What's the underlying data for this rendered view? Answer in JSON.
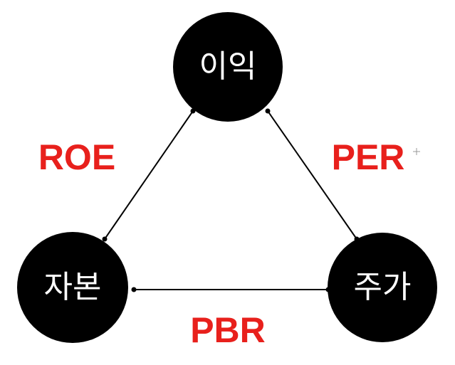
{
  "nodes": {
    "profit": {
      "label": "이익"
    },
    "capital": {
      "label": "자본"
    },
    "price": {
      "label": "주가"
    }
  },
  "edges": {
    "roe": {
      "label": "ROE"
    },
    "per": {
      "label": "PER"
    },
    "pbr": {
      "label": "PBR"
    }
  },
  "colors": {
    "node_fill": "#000000",
    "node_text": "#ffffff",
    "edge_line": "#000000",
    "edge_label": "#e8201c"
  }
}
